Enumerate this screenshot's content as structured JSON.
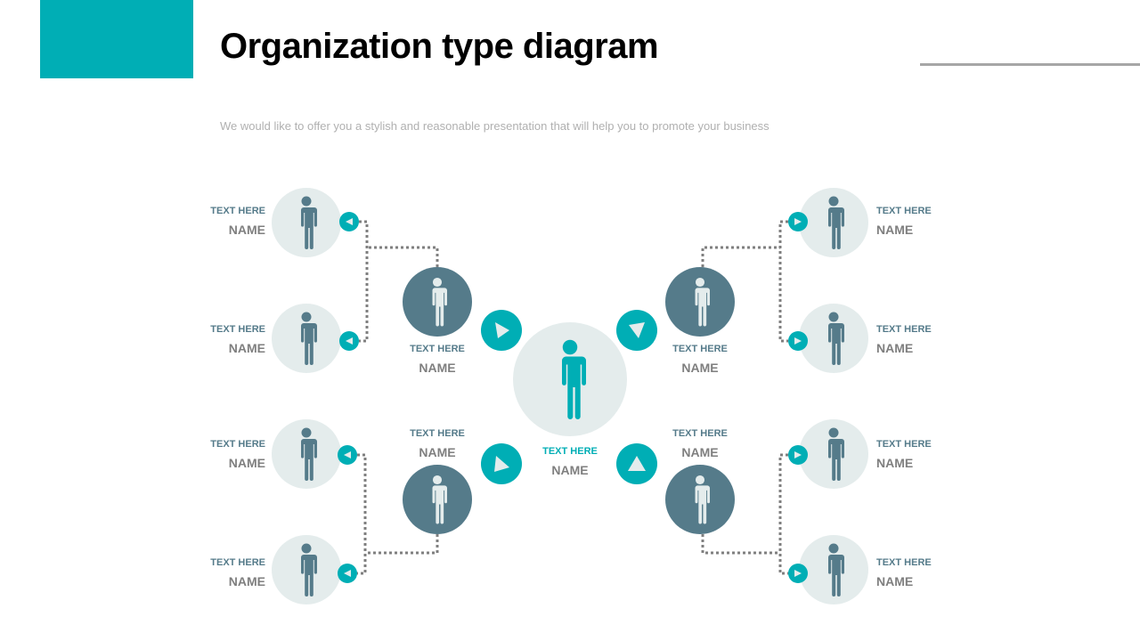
{
  "header": {
    "title": "Organization type diagram",
    "subtitle": "We would like to offer you a stylish and reasonable presentation that will help you to promote your business"
  },
  "colors": {
    "accent": "#00aeb5",
    "node_dark": "#557b8a",
    "node_light": "#e4ecec",
    "label_text": "#557b8a",
    "name_text": "#7f7f7f",
    "connector": "#7f7f7f"
  },
  "center": {
    "text": "TEXT HERE",
    "name": "NAME"
  },
  "managers": [
    {
      "position": "top-left",
      "text": "TEXT HERE",
      "name": "NAME"
    },
    {
      "position": "top-right",
      "text": "TEXT HERE",
      "name": "NAME"
    },
    {
      "position": "bottom-left",
      "text": "TEXT HERE",
      "name": "NAME"
    },
    {
      "position": "bottom-right",
      "text": "TEXT HERE",
      "name": "NAME"
    }
  ],
  "members": [
    {
      "position": "left-1",
      "text": "TEXT HERE",
      "name": "NAME"
    },
    {
      "position": "left-2",
      "text": "TEXT HERE",
      "name": "NAME"
    },
    {
      "position": "left-3",
      "text": "TEXT HERE",
      "name": "NAME"
    },
    {
      "position": "left-4",
      "text": "TEXT HERE",
      "name": "NAME"
    },
    {
      "position": "right-1",
      "text": "TEXT HERE",
      "name": "NAME"
    },
    {
      "position": "right-2",
      "text": "TEXT HERE",
      "name": "NAME"
    },
    {
      "position": "right-3",
      "text": "TEXT HERE",
      "name": "NAME"
    },
    {
      "position": "right-4",
      "text": "TEXT HERE",
      "name": "NAME"
    }
  ],
  "icons": {
    "person": "person-icon",
    "arrow": "triangle-arrow-icon"
  }
}
